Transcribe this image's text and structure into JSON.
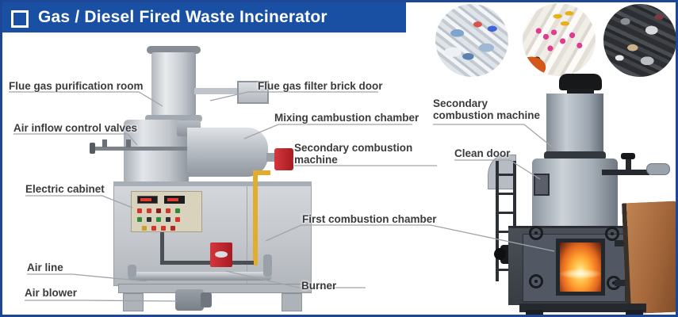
{
  "banner": {
    "title": "Gas / Diesel Fired Waste Incinerator",
    "bg_color": "#1950a4",
    "checkbox_icon": "square-outline"
  },
  "waste_images": [
    {
      "name": "plastic-medical-waste-photo"
    },
    {
      "name": "pharmaceutical-blister-pill-waste-photo"
    },
    {
      "name": "electronic-waste-photo"
    }
  ],
  "callouts": {
    "flue_purification": "Flue gas purification room",
    "filter_door": "Flue gas filter brick door",
    "air_inflow": "Air inflow control valves",
    "mixing_chamber": "Mixing cambustion chamber",
    "secondary_left": "Secondary combustion\nmachine",
    "electric_cabinet": "Electric cabinet",
    "first_chamber": "First combustion chamber",
    "air_line": "Air line",
    "burner": "Burner",
    "air_blower": "Air blower",
    "secondary_right": "Secondary\ncombustion machine",
    "clean_door": "Clean door"
  },
  "colors": {
    "banner_blue": "#1950a4",
    "frame_border_blue": "#1d4696",
    "label_text": "#3b3b3d",
    "leader_line": "#a0a4a8",
    "burner_red": "#c32026",
    "gas_pipe_yellow": "#e3ac2b",
    "machine_gray": "#c6cbd1",
    "fire_orange": "#ff9e2e"
  }
}
